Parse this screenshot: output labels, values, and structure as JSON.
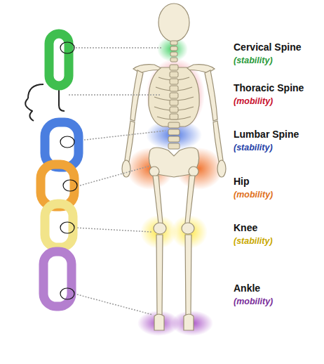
{
  "diagram": {
    "labels": [
      "Cervical Spine",
      "(stability)",
      "Thoracic Spine",
      "(mobility)",
      "Lumbar Spine",
      "(stability)",
      "Hip",
      "(mobility)",
      "Knee",
      "(stability)",
      "Ankle",
      "(mobility)"
    ]
  }
}
